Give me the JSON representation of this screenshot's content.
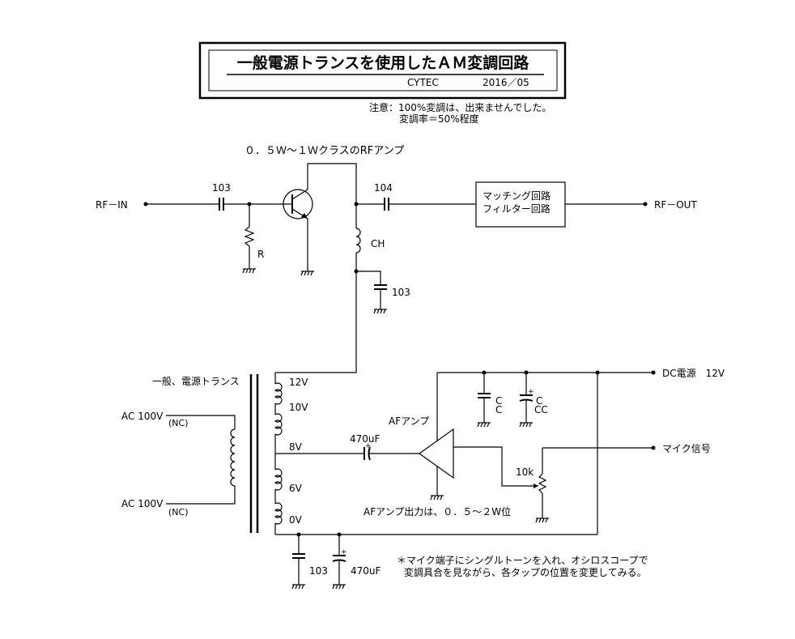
{
  "title": "一般電源トランスを使用したＡＭ変調回路",
  "author": "CYTEC",
  "date": "2016／05",
  "notes": {
    "line1": "注意：100%変調は、出来ませんでした。",
    "line2": "変調率＝50%程度"
  },
  "rf_amp_heading": "０．５Ｗ～１ＷクラスのRFアンプ",
  "labels": {
    "rf_in": "RF－IN",
    "rf_out": "RF－OUT",
    "cap_103_in": "103",
    "cap_104": "104",
    "resistor_r": "R",
    "choke_ch": "CH",
    "cap_103_bypass": "103",
    "matching_line1": "マッチング回路",
    "filter_line2": "フィルター回路",
    "transformer": "一般、電源トランス",
    "ac_top": "AC 100V",
    "nc_top": "(NC)",
    "ac_bottom": "AC 100V",
    "nc_bottom": "(NC)",
    "tap_12v": "12V",
    "tap_10v": "10V",
    "tap_8v": "8V",
    "tap_6v": "6V",
    "tap_0v": "0V",
    "cap_470uf_coupling": "470uF",
    "af_amp": "AFアンプ",
    "af_output": "AFアンプ出力は、０．５～２W位",
    "cap_c": "C",
    "cap_c2": "C",
    "cap_cc": "C",
    "cap_cc2": "CC",
    "dc_power": "DC電源　12V",
    "mic_signal": "マイク信号",
    "pot_10k": "10k",
    "cap_103_bottom": "103",
    "cap_470uf_bottom": "470uF"
  },
  "footnote": {
    "line1": "＊マイク端子にシングルトーンを入れ、オシロスコープで",
    "line2": "変調具合を見ながら、各タップの位置を変更してみる。"
  }
}
